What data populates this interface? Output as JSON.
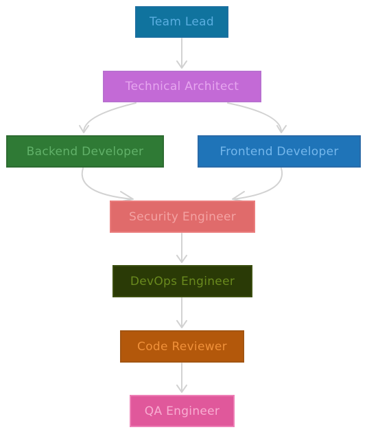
{
  "nodes": [
    {
      "id": "team_lead",
      "label": "Team Lead",
      "fill": "#10739e",
      "stroke": "#1b6fa0",
      "text": "#5aaee0"
    },
    {
      "id": "technical_architect",
      "label": "Technical Architect",
      "fill": "#c36ad6",
      "stroke": "#b86fd0",
      "text": "#e6a6ef"
    },
    {
      "id": "backend_developer",
      "label": "Backend Developer",
      "fill": "#2f7a35",
      "stroke": "#2d6b31",
      "text": "#61b169"
    },
    {
      "id": "frontend_developer",
      "label": "Frontend Developer",
      "fill": "#1f74b8",
      "stroke": "#2a6aa8",
      "text": "#74b7ec"
    },
    {
      "id": "security_engineer",
      "label": "Security Engineer",
      "fill": "#e06b6b",
      "stroke": "#ea7d7d",
      "text": "#f4a3a3"
    },
    {
      "id": "devops_engineer",
      "label": "DevOps Engineer",
      "fill": "#2a3a06",
      "stroke": "#3c4f10",
      "text": "#6a8a1e"
    },
    {
      "id": "code_reviewer",
      "label": "Code Reviewer",
      "fill": "#b3580b",
      "stroke": "#a25512",
      "text": "#f0913a"
    },
    {
      "id": "qa_engineer",
      "label": "QA Engineer",
      "fill": "#e0589b",
      "stroke": "#ee7fb6",
      "text": "#f8aed2"
    }
  ],
  "edges": [
    {
      "from": "team_lead",
      "to": "technical_architect"
    },
    {
      "from": "technical_architect",
      "to": "backend_developer"
    },
    {
      "from": "technical_architect",
      "to": "frontend_developer"
    },
    {
      "from": "backend_developer",
      "to": "security_engineer"
    },
    {
      "from": "frontend_developer",
      "to": "security_engineer"
    },
    {
      "from": "security_engineer",
      "to": "devops_engineer"
    },
    {
      "from": "devops_engineer",
      "to": "code_reviewer"
    },
    {
      "from": "code_reviewer",
      "to": "qa_engineer"
    }
  ],
  "edge_color": "#d2d2d2"
}
